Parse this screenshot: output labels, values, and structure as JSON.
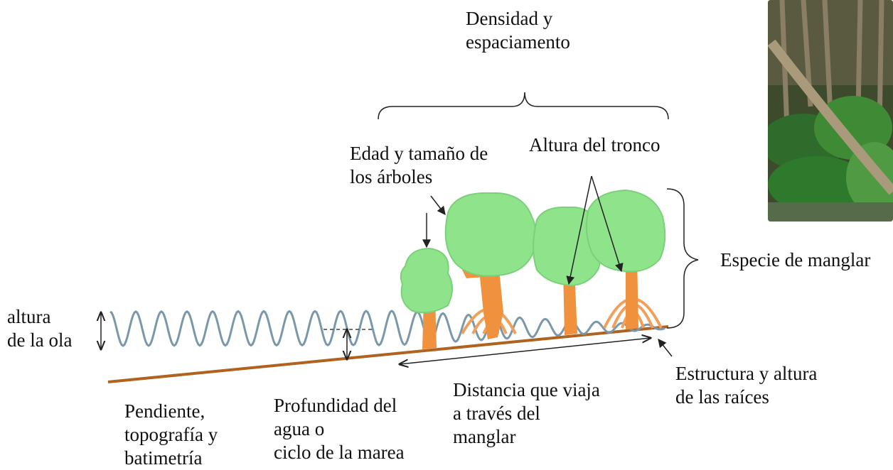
{
  "labels": {
    "densidad": [
      "Densidad y",
      "espaciamento"
    ],
    "edad": [
      "Edad y tamaño de",
      "los árboles"
    ],
    "altura_tronco": [
      "Altura del tronco"
    ],
    "especie": [
      "Especie de manglar"
    ],
    "altura_ola": [
      "altura",
      "de la ola"
    ],
    "estructura": [
      "Estructura y altura",
      "de las raíces"
    ],
    "pendiente": [
      "Pendiente,",
      "topografía y",
      "batimetría"
    ],
    "profundidad": [
      "Profundidad del",
      "agua o",
      "ciclo de la marea"
    ],
    "distancia": [
      "Distancia que viaja",
      "a través del",
      "manglar"
    ]
  },
  "colors": {
    "wave": "#7b98ab",
    "ground": "#b0621f",
    "canopy": "#8fe38b",
    "trunk": "#f0913e",
    "line": "#222222"
  },
  "photo": {
    "icon": "mangrove-photo"
  }
}
